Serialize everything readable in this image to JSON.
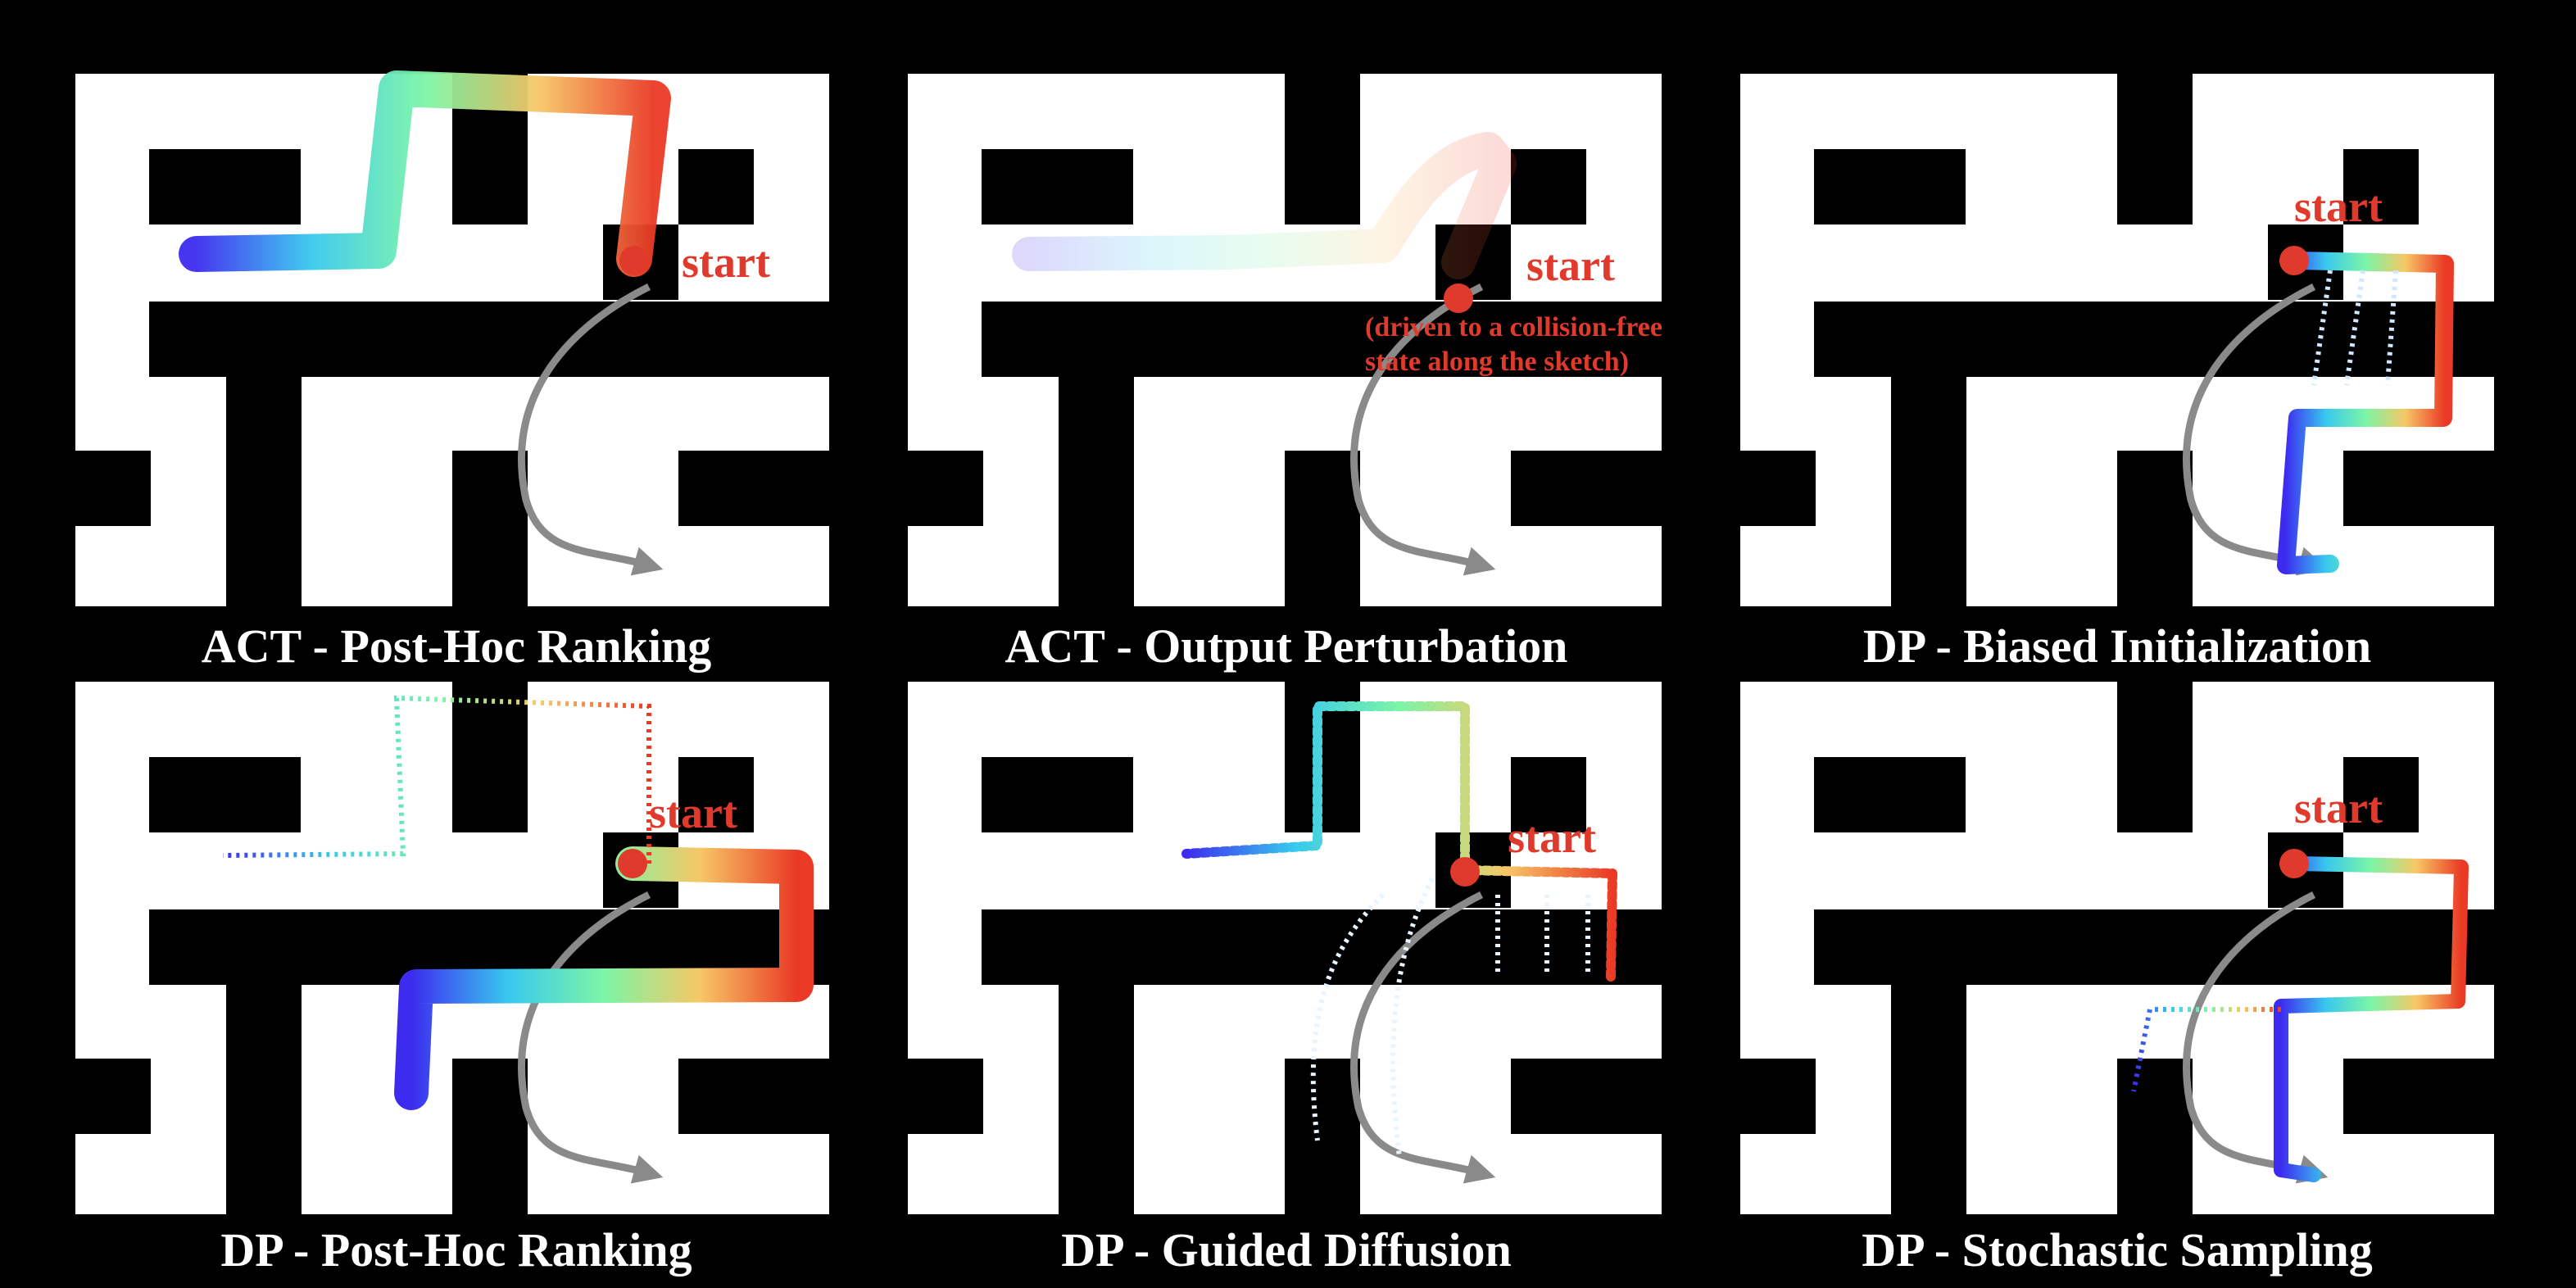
{
  "panels": [
    {
      "title": "ACT - Post-Hoc Ranking",
      "start_label": "start",
      "note": []
    },
    {
      "title": "ACT - Output Perturbation",
      "start_label": "start",
      "note": [
        "(driven to a collision-free",
        "state along the sketch)"
      ]
    },
    {
      "title": "DP - Biased Initialization",
      "start_label": "start",
      "note": []
    },
    {
      "title": "DP - Post-Hoc Ranking",
      "start_label": "start",
      "note": []
    },
    {
      "title": "DP - Guided Diffusion",
      "start_label": "start",
      "note": []
    },
    {
      "title": "DP - Stochastic Sampling",
      "start_label": "start",
      "note": []
    }
  ],
  "colors": {
    "background": "#000000",
    "maze_floor": "#ffffff",
    "maze_wall": "#000000",
    "start_marker": "#e03a2c",
    "sketch": "#8a8a8a",
    "trajectory_gradient": "blue-to-cyan-to-green-to-yellow-to-red"
  },
  "icons": {
    "sketch_arrow": "arrow-head-icon",
    "start_marker": "start-dot-icon"
  }
}
